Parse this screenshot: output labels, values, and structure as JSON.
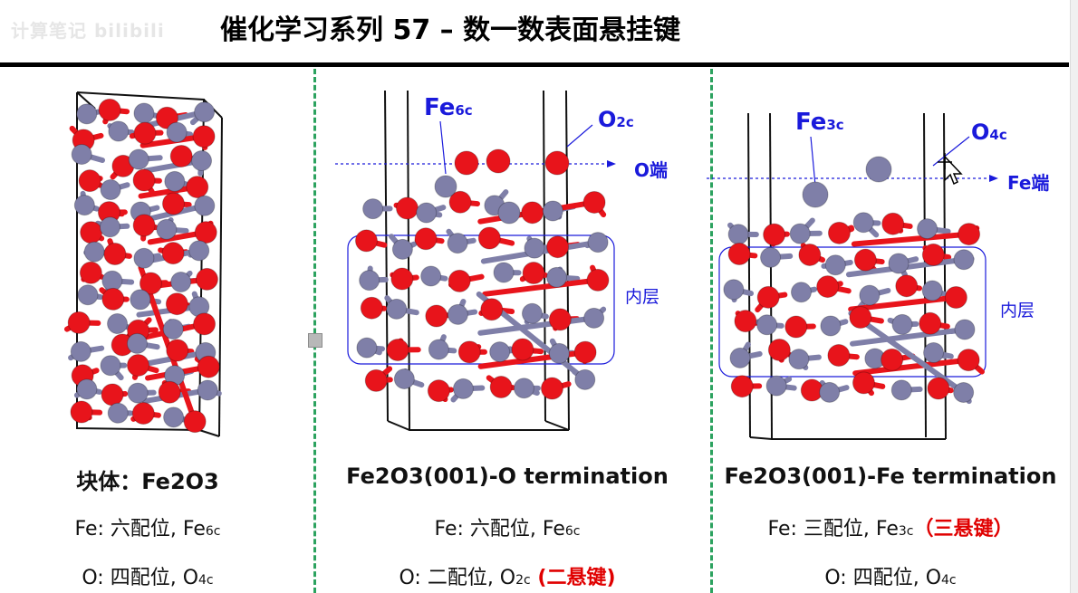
{
  "header": {
    "watermark": "计算笔记 bilibili",
    "title": "催化学习系列 57 – 数一数表面悬挂键"
  },
  "panels": [
    {
      "caption_title": "块体：Fe2O3",
      "line1": {
        "text": "Fe: 六配位, Fe",
        "sub": "6c",
        "suffix": ""
      },
      "line2": {
        "text": "O: 四配位, O",
        "sub": "4c",
        "suffix": ""
      }
    },
    {
      "caption_title": "Fe2O3(001)-O termination",
      "line1": {
        "text": "Fe: 六配位, Fe",
        "sub": "6c",
        "suffix": ""
      },
      "line2": {
        "text": "O: 二配位, O",
        "sub": "2c",
        "suffix": " (二悬键)"
      },
      "labels": {
        "fe_main": "Fe",
        "fe_sub": "6c",
        "o_main": "O",
        "o_sub": "2c",
        "plane": "O端",
        "inner": "内层"
      }
    },
    {
      "caption_title": "Fe2O3(001)-Fe termination",
      "line1": {
        "text": "Fe: 三配位, Fe",
        "sub": "3c",
        "suffix": "（三悬键）"
      },
      "line2": {
        "text": "O: 四配位, O",
        "sub": "4c",
        "suffix": ""
      },
      "labels": {
        "fe_main": "Fe",
        "fe_sub": "3c",
        "o_main": "O",
        "o_sub": "4c",
        "plane": "Fe端",
        "inner": "内层"
      }
    }
  ],
  "colors": {
    "oxygen": "#e8141b",
    "iron": "#7f7fa8",
    "label_blue": "#1a1adb",
    "divider_green": "#2ca25f",
    "highlight_red": "#e00000"
  }
}
